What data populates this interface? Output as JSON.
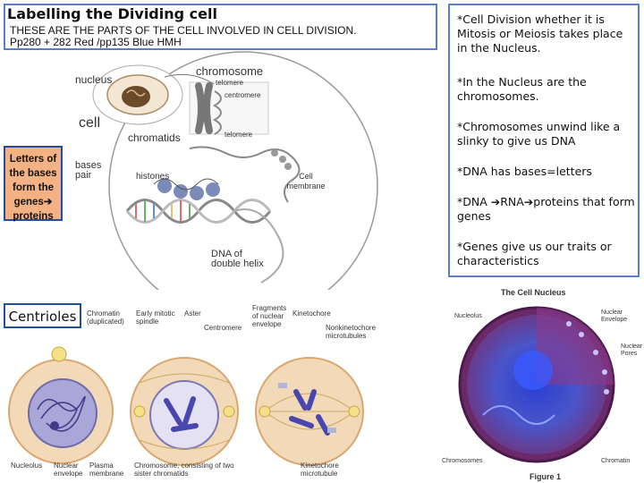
{
  "title": {
    "main": "Labelling the Dividing cell",
    "subtitle": "THESE ARE THE PARTS OF THE CELL INVOLVED IN CELL DIVISION.",
    "reference": "Pp280 + 282 Red   /pp135 Blue HMH"
  },
  "notes": [
    "*Cell Division whether it is Mitosis  or  Meiosis takes place in the Nucleus.",
    "*In the Nucleus are the chromosomes.",
    "*Chromosomes unwind like a slinky to give us DNA",
    "*DNA has bases=letters",
    "*DNA ➔RNA➔proteins that form genes",
    "*Genes give us our traits or characteristics"
  ],
  "letters_box": "Letters of the bases form the genes➔ proteins",
  "centrioles": "Centrioles",
  "cell_diagram": {
    "nucleus": "nucleus",
    "chromosome": "chromosome",
    "telomere_top": "telomere",
    "centromere": "centromere",
    "cell": "cell",
    "chromatids": "chromatids",
    "telomere_bottom": "telomere",
    "bases_pair": "bases pair",
    "histones": "histones",
    "cell_membrane": "Cell membrane",
    "dna_helix": "DNA of double helix"
  },
  "mitosis_diagram": {
    "chromatin": "Chromatin (duplicated)",
    "early_spindle": "Early mitotic spindle",
    "aster": "Aster",
    "centromere": "Centromere",
    "fragments": "Fragments of nuclear envelope",
    "kinetochore": "Kinetochore",
    "nonkinetochore": "Nonkinetochore microtubules",
    "nucleolus": "Nucleolus",
    "nuclear_envelope": "Nuclear envelope",
    "plasma_membrane": "Plasma membrane",
    "chromosome_sister": "Chromosome, consisting of two sister chromatids",
    "kinetochore_microtubule": "Kinetochore microtubule"
  },
  "nucleus_figure": {
    "title": "The Cell Nucleus",
    "nucleolus": "Nucleolus",
    "nuclear_envelope": "Nuclear Envelope",
    "nuclear_pores": "Nuclear Pores",
    "chromosomes": "Chromosomes",
    "chromatin": "Chromatin",
    "caption": "Figure 1"
  },
  "colors": {
    "box_border": "#5b7fc4",
    "letters_fill": "#f4b183",
    "dark_border": "#1f4e9e"
  }
}
